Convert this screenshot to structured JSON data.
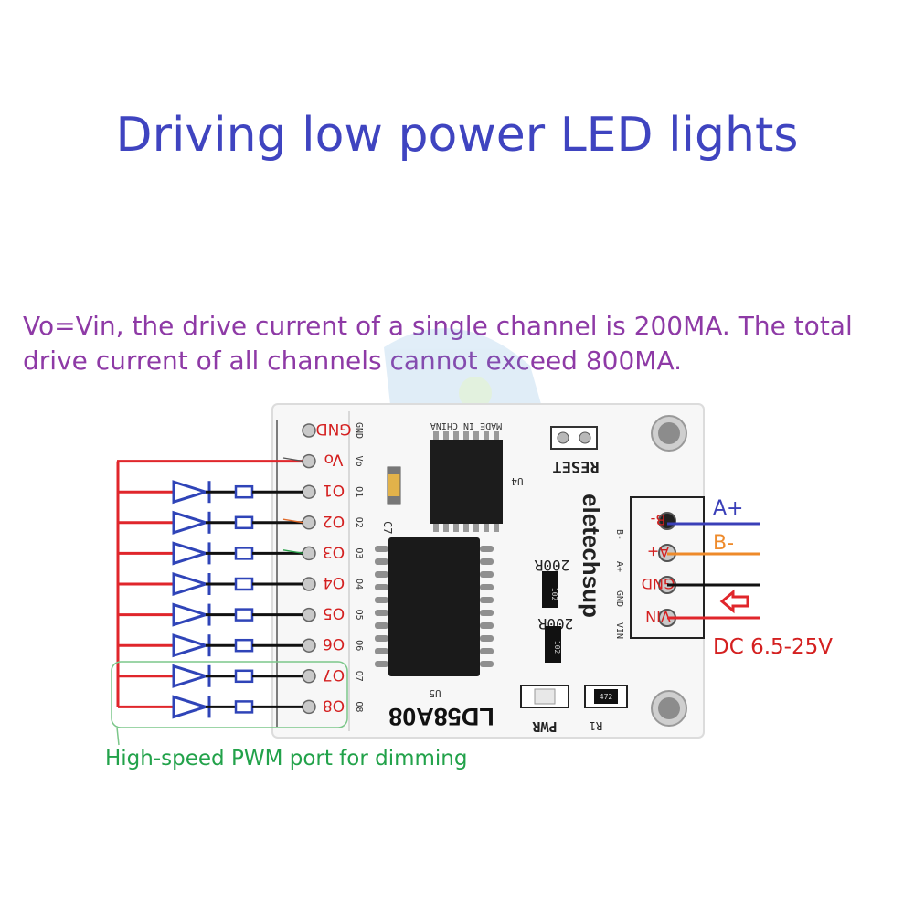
{
  "title": "Driving low power LED lights",
  "note": "Vo=Vin, the drive current of a single channel is 200MA. The total drive current of all channels cannot exceed 800MA.",
  "pwm_caption": "High-speed PWM port for dimming",
  "board": {
    "model": "LD58A08",
    "brand": "eletechsup",
    "made_in": "MADE IN CHINA",
    "reset_label": "RESET",
    "pwr_label": "PWR",
    "u4": "U4",
    "u5": "U5",
    "c7": "C7",
    "r1": "R1",
    "r1_value": "472",
    "res_200r_a": "200R",
    "res_200r_b": "200R",
    "res_cap_a": "102",
    "res_cap_b": "102",
    "left_pins": [
      "GND",
      "Vo",
      "O1",
      "O2",
      "O3",
      "O4",
      "O5",
      "O6",
      "O7",
      "O8"
    ],
    "left_silk": [
      "GND",
      "Vo",
      "O1",
      "O2",
      "O3",
      "O4",
      "O5",
      "O6",
      "O7",
      "O8"
    ],
    "right_pins": [
      "B-",
      "A+",
      "GND",
      "VIN"
    ],
    "right_silk": [
      "VIN",
      "GND",
      "A+",
      "B-"
    ]
  },
  "wires": {
    "a_plus": "A+",
    "b_minus": "B-",
    "dc_range": "DC 6.5-25V"
  },
  "colors": {
    "title": "#3f44c0",
    "note": "#8e3aa6",
    "pwm": "#22a24a",
    "red_wire": "#e0262b",
    "blue_wire": "#3a3fb8",
    "orange_wire": "#ee8a2a",
    "diode": "#2f44b8"
  }
}
